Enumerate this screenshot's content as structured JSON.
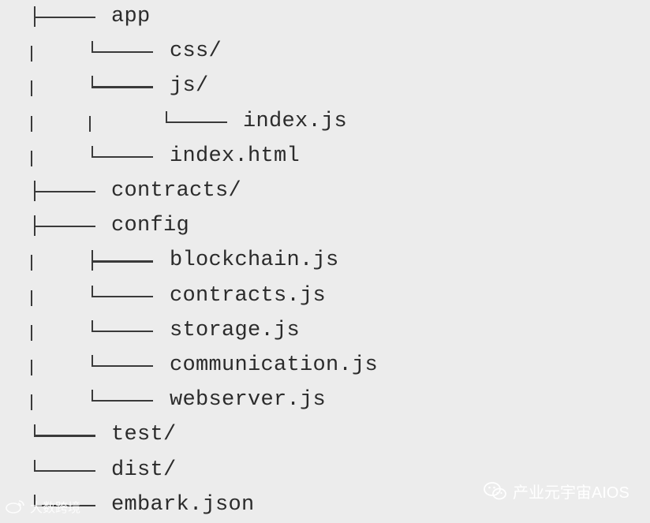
{
  "tree": {
    "items": [
      {
        "label": "app",
        "depth": 0,
        "kind": "branch-tee",
        "pipes": []
      },
      {
        "label": "css/",
        "depth": 1,
        "kind": "branch-corner",
        "pipes": [
          0
        ]
      },
      {
        "label": "js/",
        "depth": 1,
        "kind": "branch-corner",
        "pipes": [
          0
        ]
      },
      {
        "label": "index.js",
        "depth": 2,
        "kind": "branch-corner",
        "pipes": [
          0,
          1
        ]
      },
      {
        "label": "index.html",
        "depth": 1,
        "kind": "branch-corner",
        "pipes": [
          0
        ]
      },
      {
        "label": "contracts/",
        "depth": 0,
        "kind": "branch-tee",
        "pipes": []
      },
      {
        "label": "config",
        "depth": 0,
        "kind": "branch-tee",
        "pipes": []
      },
      {
        "label": "blockchain.js",
        "depth": 1,
        "kind": "branch-tee",
        "pipes": [
          0
        ]
      },
      {
        "label": "contracts.js",
        "depth": 1,
        "kind": "branch-corner",
        "pipes": [
          0
        ]
      },
      {
        "label": "storage.js",
        "depth": 1,
        "kind": "branch-corner",
        "pipes": [
          0
        ]
      },
      {
        "label": "communication.js",
        "depth": 1,
        "kind": "branch-corner",
        "pipes": [
          0
        ]
      },
      {
        "label": "webserver.js",
        "depth": 1,
        "kind": "branch-corner",
        "pipes": [
          0
        ]
      },
      {
        "label": "test/",
        "depth": 0,
        "kind": "branch-corner",
        "pipes": []
      },
      {
        "label": "dist/",
        "depth": 0,
        "kind": "branch-corner",
        "pipes": []
      },
      {
        "label": "embark.json",
        "depth": 0,
        "kind": "branch-corner",
        "pipes": []
      }
    ]
  },
  "watermarks": {
    "left_text": "大数跨境",
    "right_text": "产业元宇宙AIOS",
    "left_icon": "weibo-icon",
    "right_icon": "wechat-icon"
  },
  "colors": {
    "background": "#ececec",
    "text": "#2b2b2b",
    "lines": "#3a3a3a",
    "watermark": "#ffffff"
  }
}
